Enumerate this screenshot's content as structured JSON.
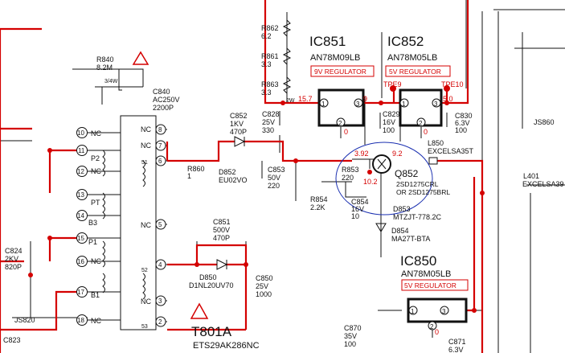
{
  "colors": {
    "wire": "#111111",
    "power_trace": "#d40000",
    "annotation": "#1a2fb0"
  },
  "ic": {
    "ic851": {
      "name": "IC851",
      "part": "AN78M09LB",
      "func": "9V REGULATOR"
    },
    "ic852": {
      "name": "IC852",
      "part": "AN78M05LB",
      "func": "5V REGULATOR"
    },
    "ic850": {
      "name": "IC850",
      "part": "AN78M05LB",
      "func": "5V REGULATOR"
    }
  },
  "transformer": {
    "name": "T801A",
    "part": "ETS29AK286NC"
  },
  "resistors": {
    "r862": [
      "R862",
      "6.2"
    ],
    "r861": [
      "R861",
      "3.3"
    ],
    "r863": [
      "R863",
      "3.3"
    ],
    "r840": [
      "R840",
      "8.2M",
      "3/4W"
    ],
    "r860": [
      "R860",
      "1"
    ],
    "r853": [
      "R853",
      "220"
    ],
    "r854": [
      "R854",
      "2.2K"
    ]
  },
  "capacitors": {
    "c840": [
      "C840",
      "AC250V",
      "2200P"
    ],
    "c852": [
      "C852",
      "1KV",
      "470P"
    ],
    "c853": [
      "C853",
      "50V",
      "220"
    ],
    "c828": [
      "C828",
      "25V",
      "330"
    ],
    "c829": [
      "C829",
      "16V",
      "100"
    ],
    "c830": [
      "C830",
      "6.3V",
      "100"
    ],
    "c854": [
      "C854",
      "16V",
      "10"
    ],
    "c851": [
      "C851",
      "500V",
      "470P"
    ],
    "c850": [
      "C850",
      "25V",
      "1000"
    ],
    "c824": [
      "C824",
      "2KV",
      "820P"
    ],
    "c870": [
      "C870",
      "35V",
      "100"
    ],
    "c871": [
      "C871",
      "6.3V"
    ],
    "c823": [
      "C823"
    ]
  },
  "diodes": {
    "d852": [
      "D852",
      "EU02VO"
    ],
    "d850": [
      "D850",
      "D1NL20UV70"
    ],
    "d853": [
      "D853",
      "MTZJT-778.2C"
    ],
    "d854": [
      "D854",
      "MA27T-BTA"
    ]
  },
  "transistor": {
    "name": "Q852",
    "part1": "2SD1275CRL",
    "part2": "OR 2SD1275BRL"
  },
  "misc": {
    "l850": [
      "L850",
      "EXCELSA35T"
    ],
    "l401": [
      "L401",
      "EXCELSA39"
    ],
    "js860": "JS860",
    "js820": "JS820",
    "tp9": "TPE9",
    "tp10": "TPE10",
    "wattage": "2W"
  },
  "voltages": {
    "v157": "15.7",
    "v9": "9",
    "v5": "5.0",
    "v392": "3.92",
    "v92": "9.2",
    "v102": "10.2",
    "v0a": "0",
    "v0b": "0",
    "v0c": "0"
  },
  "pins": {
    "left": [
      "10",
      "11",
      "12",
      "13",
      "14",
      "15",
      "16",
      "17",
      "18"
    ],
    "right": [
      "8",
      "7",
      "6",
      "5",
      "4",
      "3",
      "2"
    ],
    "nc": "NC",
    "lbl_p2": "P2",
    "lbl_pt": "PT",
    "lbl_b3": "B3",
    "lbl_p1": "P1",
    "lbl_b1": "B1",
    "tap51": "51",
    "tap52": "52",
    "tap53": "53",
    "reg1": "1",
    "reg2": "2",
    "reg3": "3"
  }
}
